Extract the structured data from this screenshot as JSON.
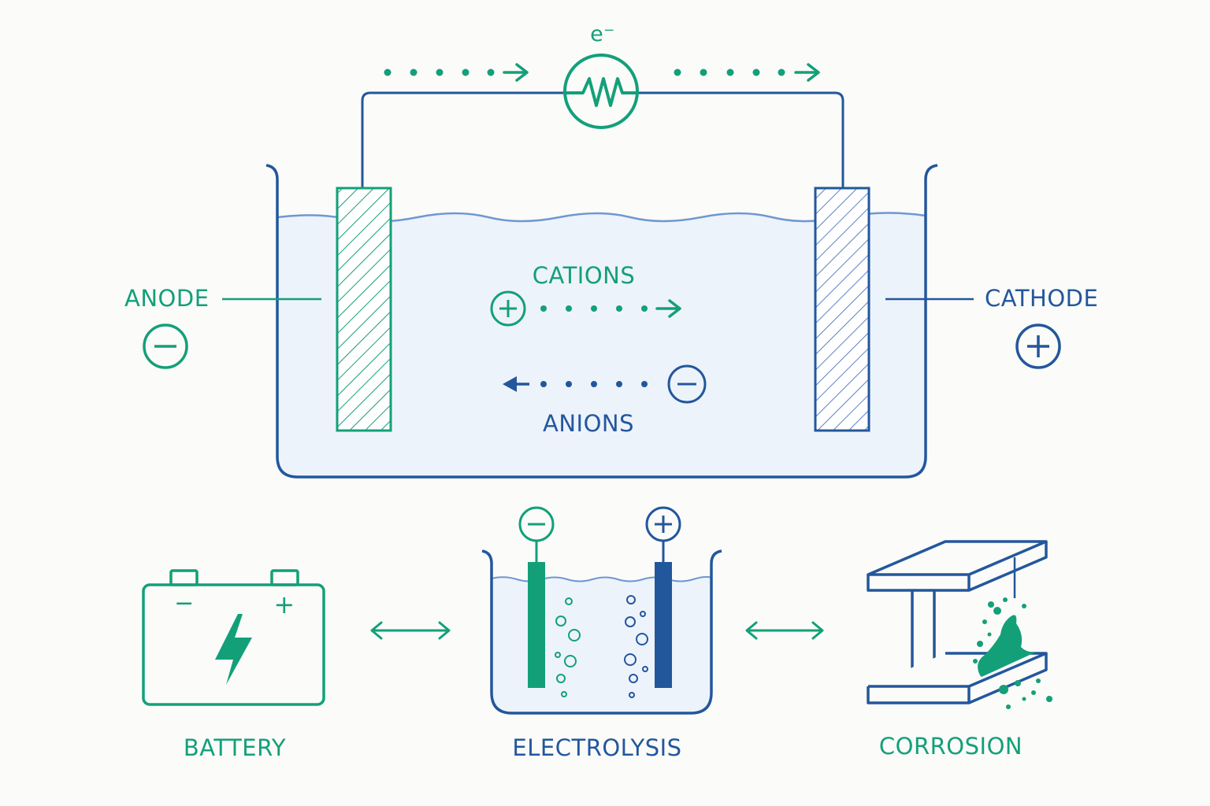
{
  "labels": {
    "electron": "e⁻",
    "anode": "ANODE",
    "cathode": "CATHODE",
    "cations": "CATIONS",
    "anions": "ANIONS",
    "battery": "BATTERY",
    "electrolysis": "ELECTROLYSIS",
    "corrosion": "CORROSION",
    "battery_minus": "−",
    "battery_plus": "+"
  },
  "icons": {
    "load": "resistor-icon",
    "anode_sign": "minus-circle-icon",
    "cathode_sign": "plus-circle-icon",
    "cation": "plus-circle-icon",
    "anion": "minus-circle-icon",
    "battery": "battery-icon",
    "electrolysis": "electrolysis-cell-icon",
    "corrosion": "corroding-i-beam-icon",
    "link": "double-arrow-icon"
  },
  "colors": {
    "green": "#13a079",
    "blue": "#23579c",
    "electrolyte": "#edf3fb",
    "surface": "#6e98d2"
  }
}
